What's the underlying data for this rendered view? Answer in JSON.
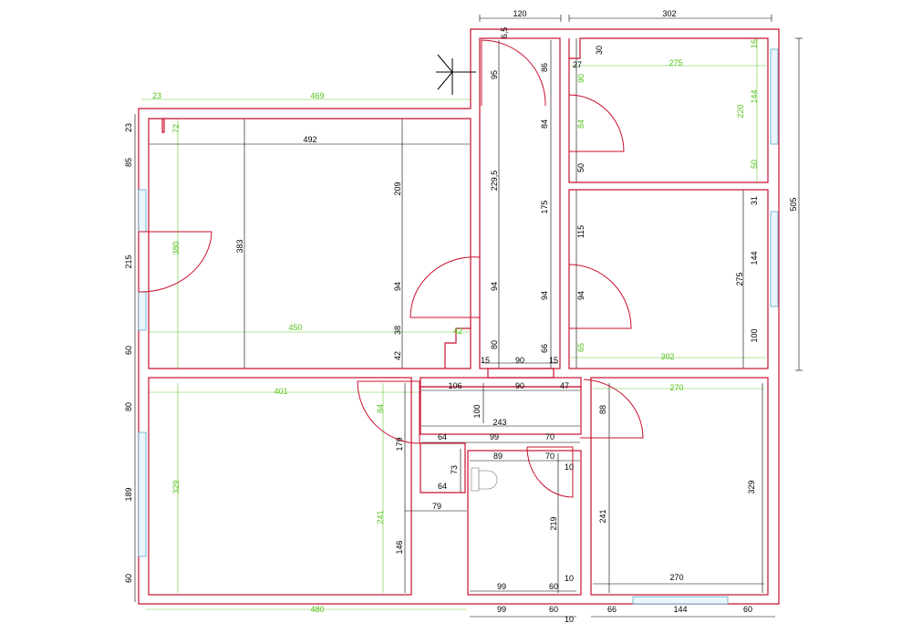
{
  "colors": {
    "wall": "#c8102e",
    "dimension": "#000000",
    "dimension_inner": "#55c21b",
    "window": "#5aa7c8"
  },
  "icons": {
    "entrance": "entrance-arrow-icon",
    "toilet": "toilet-icon"
  },
  "dims": {
    "top": {
      "w120": "120",
      "w302": "302",
      "entry_w23": "23",
      "entry_w469": "469"
    },
    "right": {
      "h505": "505"
    },
    "left": {
      "h23": "23",
      "h85": "85",
      "h215": "215",
      "h60a": "60",
      "h80": "80",
      "h189": "189",
      "h60b": "60"
    },
    "bottom": {
      "w480": "480",
      "w99": "99",
      "w60": "60",
      "w10": "10",
      "w66": "66",
      "w144": "144",
      "w60r": "60"
    },
    "living": {
      "w492": "492",
      "h383": "383",
      "w450": "450",
      "h380": "380",
      "h72": "72",
      "h209": "209",
      "h94": "94",
      "h38": "38",
      "h42a": "42",
      "w42": "42"
    },
    "hall": {
      "h6_5": "6,5",
      "h95": "95",
      "h86": "86",
      "h84": "84",
      "h229_5": "229,5",
      "h175": "175",
      "h94a": "94",
      "h94b": "94",
      "h80": "80",
      "h66": "66",
      "w15a": "15",
      "w90": "90",
      "w15b": "15"
    },
    "bed1": {
      "w27": "27",
      "h30": "30",
      "w275": "275",
      "h90": "90",
      "h84": "84",
      "h50": "50",
      "h220": "220",
      "h16": "16",
      "h144": "144",
      "h50b": "50"
    },
    "bed2": {
      "h31": "31",
      "h115": "115",
      "h94": "94",
      "h275": "275",
      "h144": "144",
      "h100": "100",
      "h65": "65",
      "w302": "302"
    },
    "room_bl": {
      "w401": "401",
      "h329": "329",
      "h84": "84",
      "h179": "179",
      "h241": "241",
      "h146": "146"
    },
    "corridor": {
      "w106": "106",
      "w90": "90",
      "w47": "47",
      "h100": "100",
      "w243": "243",
      "w64a": "64",
      "w99": "99",
      "w70a": "70",
      "w89": "89",
      "w70b": "70",
      "h73": "73",
      "w64b": "64",
      "w10": "10",
      "w79": "79"
    },
    "bath": {
      "h219": "219",
      "w99": "99",
      "w60": "60",
      "w10": "10"
    },
    "room_br": {
      "w270a": "270",
      "h88": "88",
      "h241": "241",
      "h329": "329",
      "w270b": "270"
    }
  }
}
